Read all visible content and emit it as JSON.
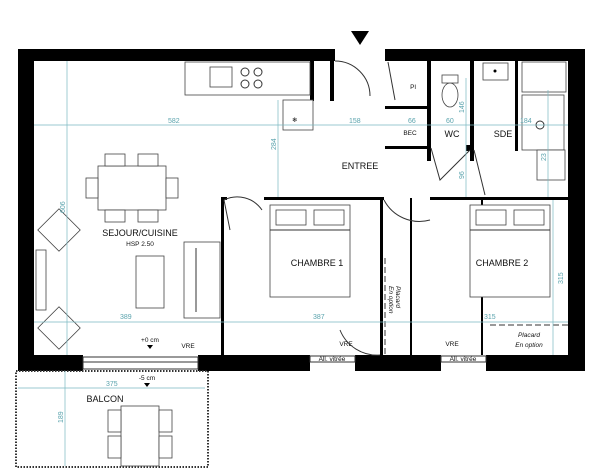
{
  "rooms": {
    "sejour": "SEJOUR/CUISINE",
    "hsp": "HSP 2.50",
    "entree": "ENTREE",
    "chambre1": "CHAMBRE 1",
    "chambre2": "CHAMBRE 2",
    "wc": "WC",
    "sde": "SDE",
    "bec": "BEC",
    "pl": "Pl",
    "balcon": "BALCON"
  },
  "annotations": {
    "vre": "VRE",
    "alt_vitree": "All. vitrée",
    "placard_line1": "Placard",
    "placard_line2": "En option",
    "level_interior": "+0 cm",
    "level_balcony": "-5 cm"
  },
  "dimensions": {
    "d582": "582",
    "d158": "158",
    "d66": "66",
    "d60": "60",
    "d184": "184",
    "d284": "284",
    "d606": "606",
    "d389": "389",
    "d387": "387",
    "d315h": "315",
    "d315v": "315",
    "d375": "375",
    "d189": "189",
    "d146": "146",
    "d96": "96",
    "d23": "23"
  },
  "colors": {
    "walls": "#000000",
    "dimension_lines": "#7ab8c0"
  }
}
